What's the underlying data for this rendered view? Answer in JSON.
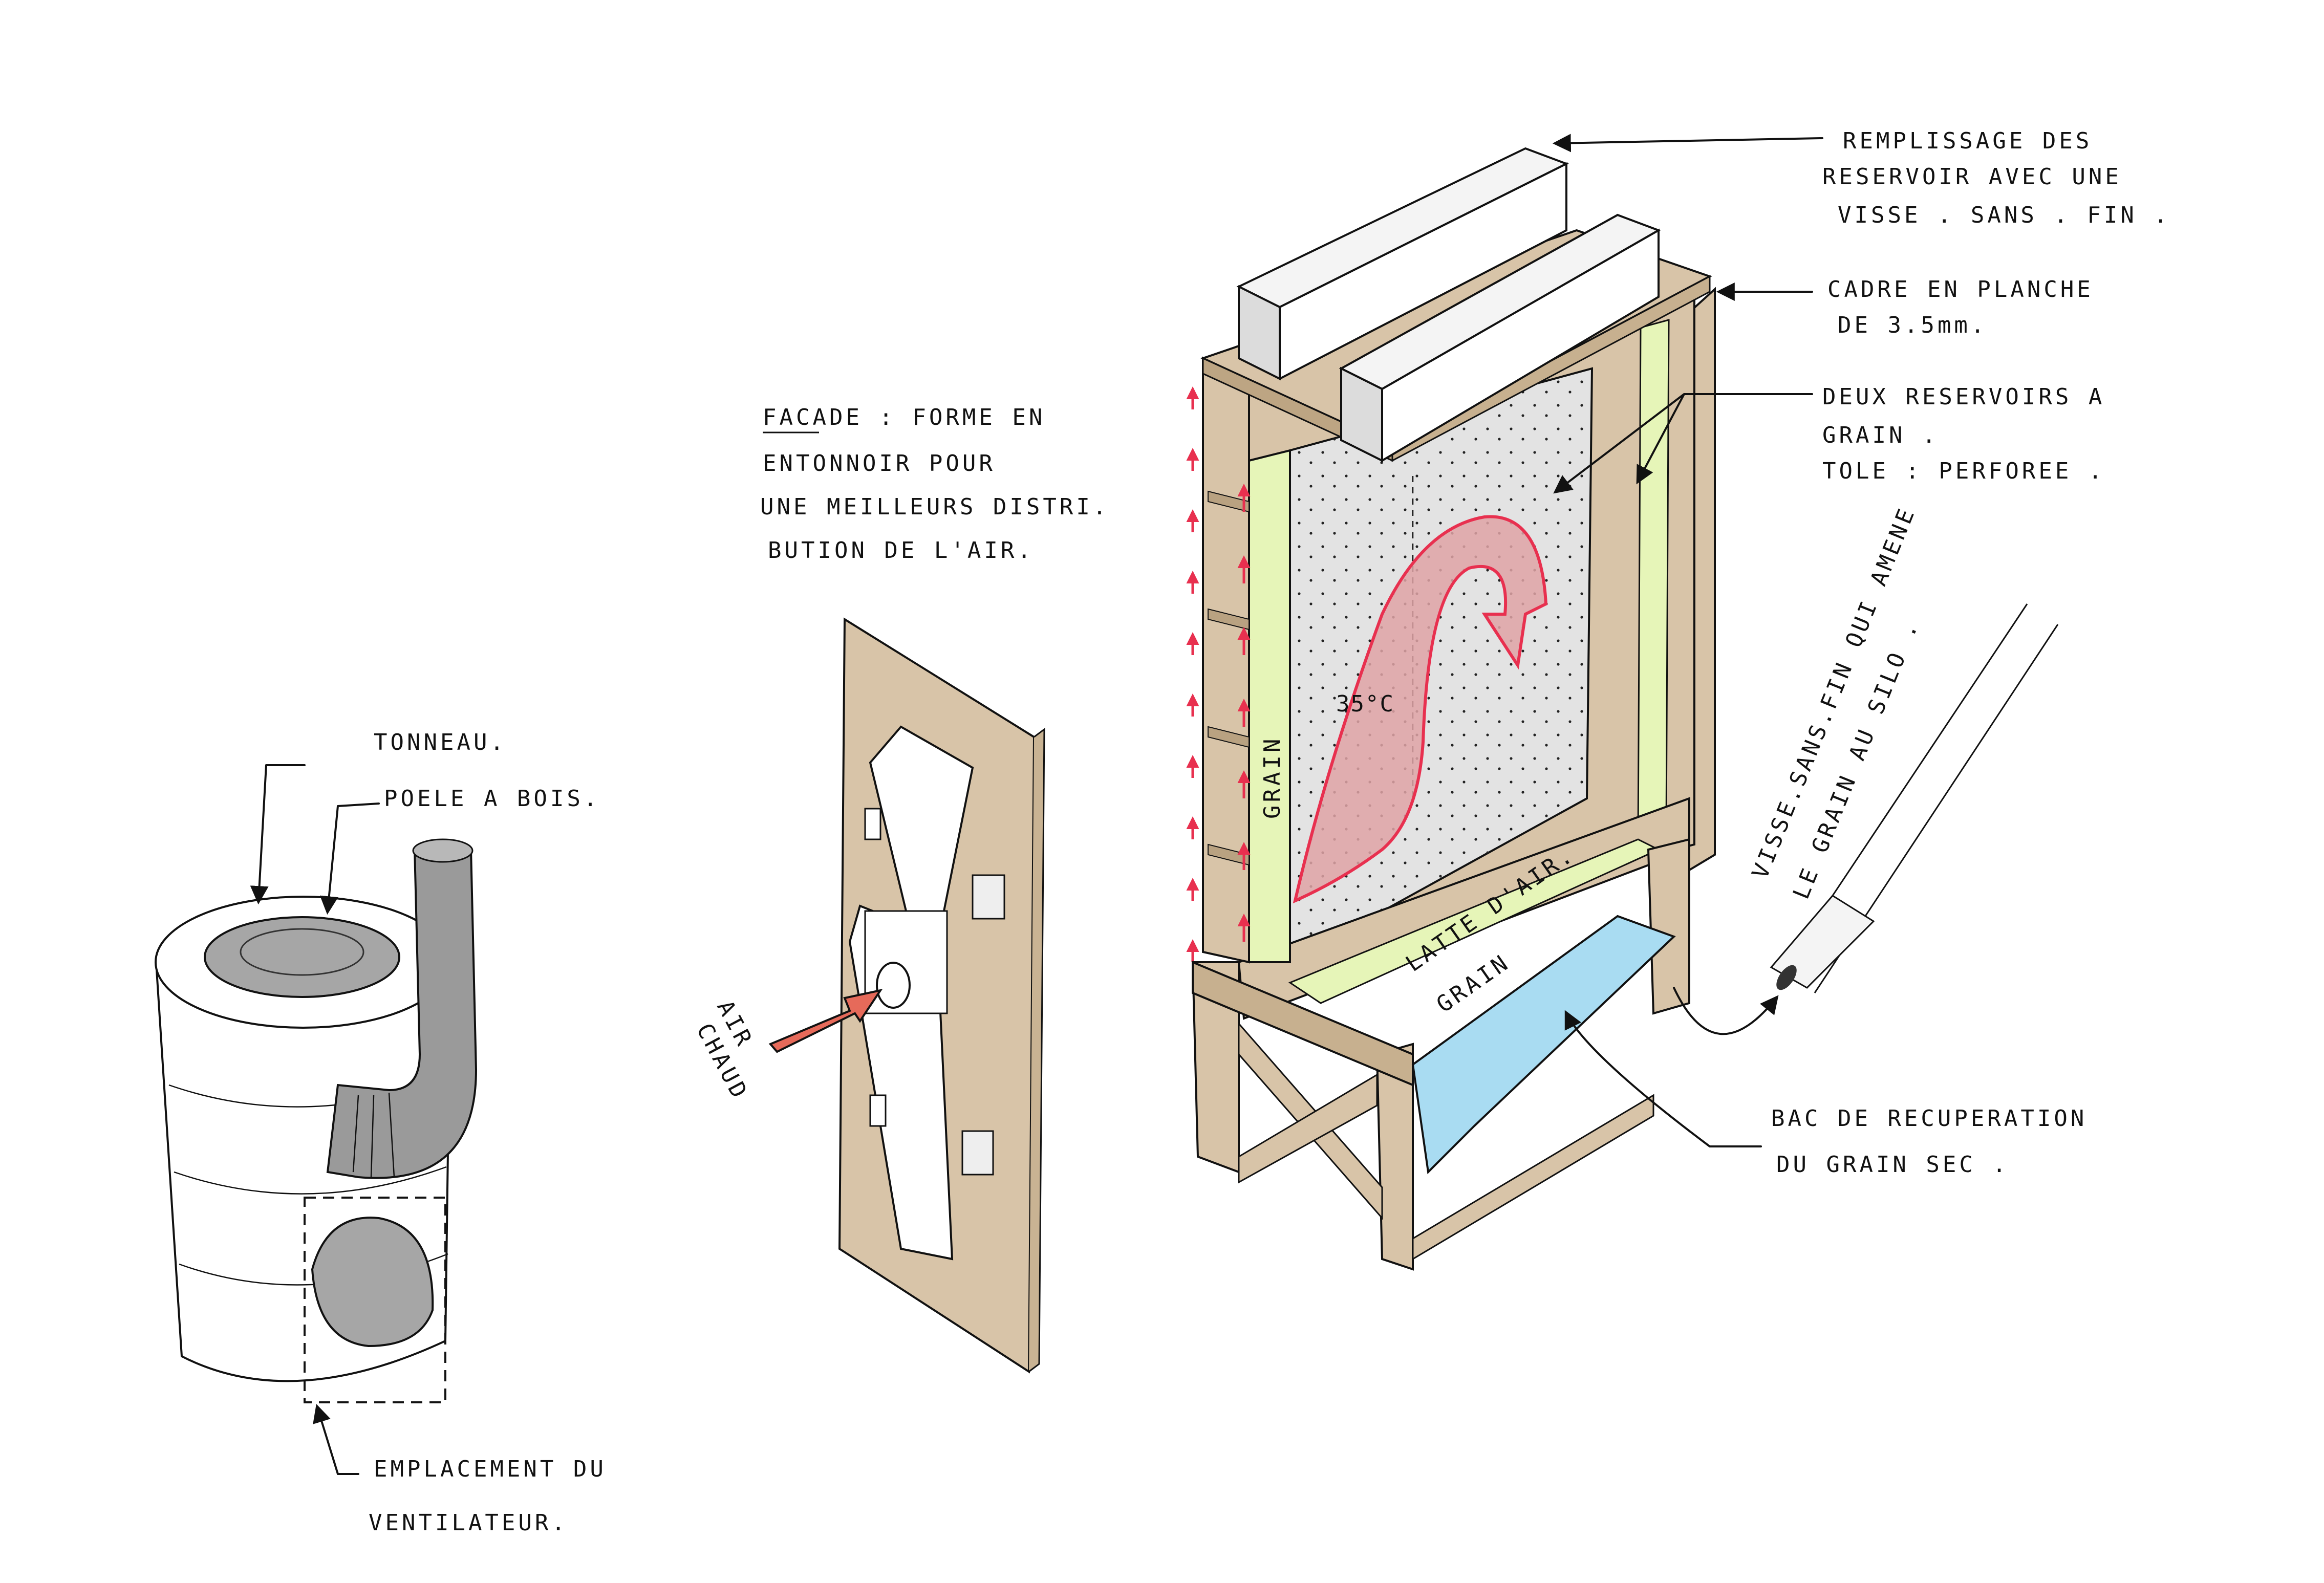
{
  "colors": {
    "wood": "#d8c4a8",
    "grain_green": "#e6f5b8",
    "chamber_grey": "#e3e3e3",
    "hot_air_red": "#e8304f",
    "hot_air_fill": "#dfa3a6",
    "tray_blue": "#a9dcf2",
    "pipe_grey": "#9a9a9a",
    "ink": "#111111"
  },
  "stove": {
    "label_barrel": "TONNEAU.",
    "label_stove": "POELE A BOIS.",
    "label_fan_line1": "EMPLACEMENT DU",
    "label_fan_line2": "VENTILATEUR."
  },
  "facade": {
    "label_line1": "FACADE : FORME EN",
    "label_line2": "ENTONNOIR POUR",
    "label_line3": "UNE MEILLEURS DISTRI.",
    "label_line4": "BUTION DE L'AIR.",
    "hot_air_line1": "AIR",
    "hot_air_line2": "CHAUD"
  },
  "dryer": {
    "grain_vertical": "GRAIN",
    "temperature": "35°C",
    "air_gap": "LATTE D'AIR.",
    "grain_bottom": "GRAIN"
  },
  "annotations": {
    "filling_line1": "REMPLISSAGE DES",
    "filling_line2": "RESERVOIR AVEC UNE",
    "filling_line3": "VISSE . SANS . FIN .",
    "frame_line1": "CADRE EN PLANCHE",
    "frame_line2": "DE 3.5mm.",
    "reservoirs_line1": "DEUX RESERVOIRS A",
    "reservoirs_line2": "GRAIN .",
    "reservoirs_line3": "TOLE : PERFOREE .",
    "screw_line1": "VISSE.SANS.FIN QUI AMENE",
    "screw_line2": "LE GRAIN AU SILO .",
    "tray_line1": "BAC DE RECUPERATION",
    "tray_line2": "DU GRAIN SEC ."
  }
}
